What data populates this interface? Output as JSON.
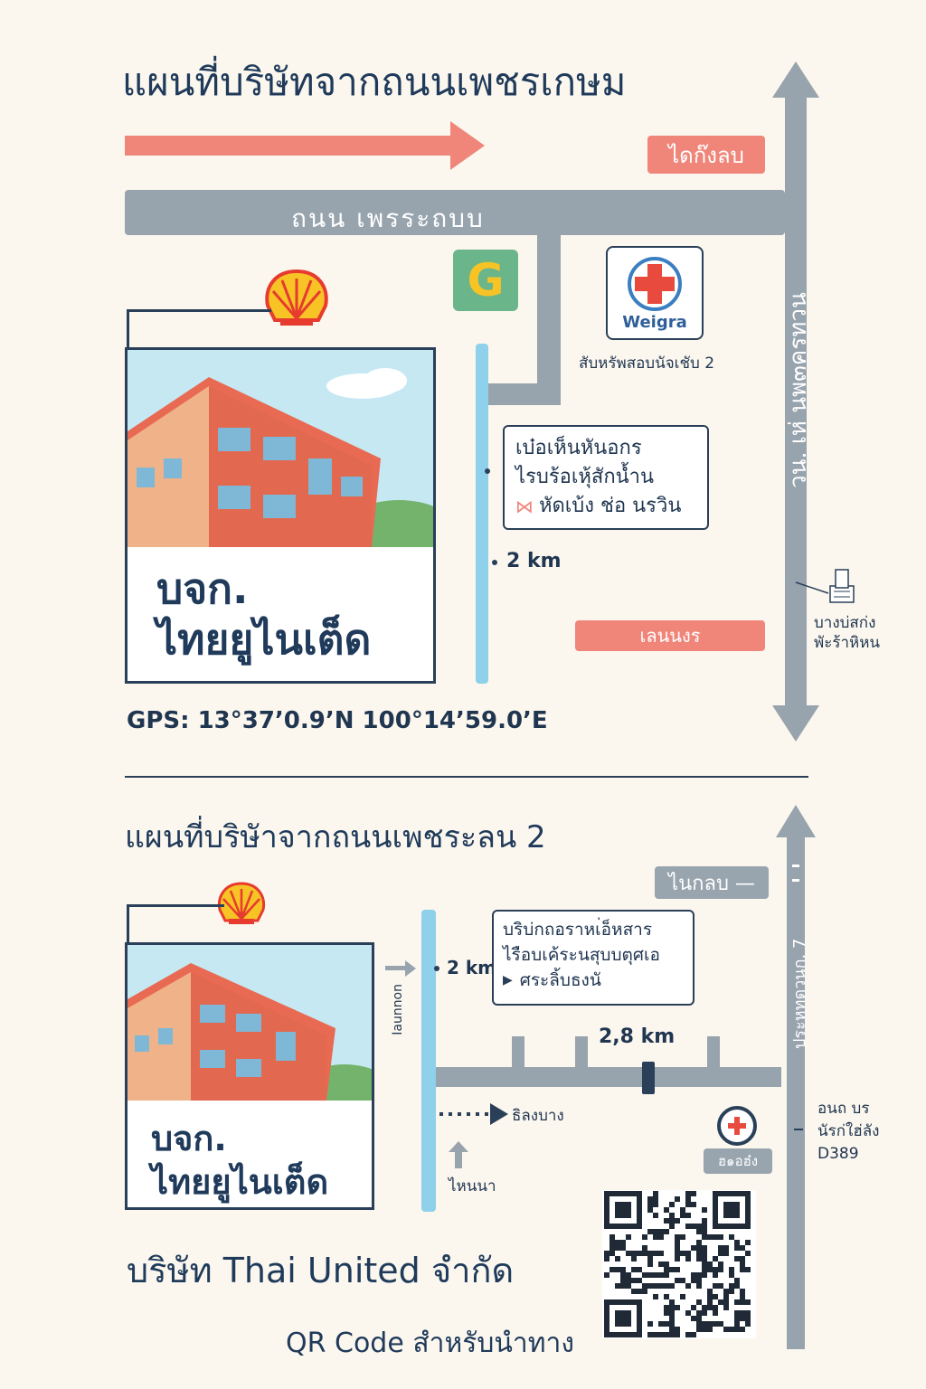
{
  "map_top": {
    "title": "แผนที่บริษัทจากถนนเพชรเกษม",
    "direction_label": "ไดก๊งลบ",
    "main_road_label": "ถนน เพรระถบบ",
    "vertical_road_label": "วน. เห่ นพ๓ครทวน",
    "hospital_name": "Weigra",
    "hospital_caption": "สับหรัพสอบนัจเชับ 2",
    "note_lines": [
      "เบ๋อเห็นหันอกร",
      "ไรบร้อเหุ้สักนํ้าน",
      "หัดเบ้ง ช่อ นรวิน"
    ],
    "distance": "2 km",
    "lane_label": "เลนนงร",
    "landmark_caption": [
      "บางบ่สก่ง",
      "พัะร้าหิหน"
    ],
    "company_lines": [
      "บจก.",
      "ไทยยูไนเต็ด"
    ],
    "gps": "GPS: 13°37’0.9’N 100°14’59.0’E",
    "gas_letter": "G"
  },
  "map_bottom": {
    "title": "แผนที่บริษัาจากถนนเพชระลน 2",
    "direction_label": "ไนกลบ —",
    "vertical_road_label": "ประหทดวนก. 7",
    "river_label": "Iaunnon",
    "distance_river": "2 km",
    "note_lines": [
      "บริบ่กถอราหเ่อ็หสาร",
      "ไรือบเค้ระนสุบบตุศเอ",
      "ศระลิ้บธงนั"
    ],
    "distance_road": "2,8 km",
    "dotted_label": "ธิลงบาง",
    "up_label": "ไหนนา",
    "badge_label": "ฮ๑อฮ๋ง",
    "landmark_caption": [
      "อนถ บร",
      "นัรก่ใฮ่ลัง",
      "D389"
    ],
    "company_lines": [
      "บจก.",
      "ไทยยูไนเต็ด"
    ],
    "company_full": "บริษัท Thai United จำกัด",
    "qr_caption": "QR Code สำหรับนำทาง"
  },
  "colors": {
    "salmon": "#f0857a",
    "road": "#97a3ad",
    "river": "#8fd0ea",
    "navy": "#1f3a5a",
    "gas_green": "#6bb58a",
    "shell_yellow": "#f7c325",
    "shell_red": "#e63b2e"
  }
}
